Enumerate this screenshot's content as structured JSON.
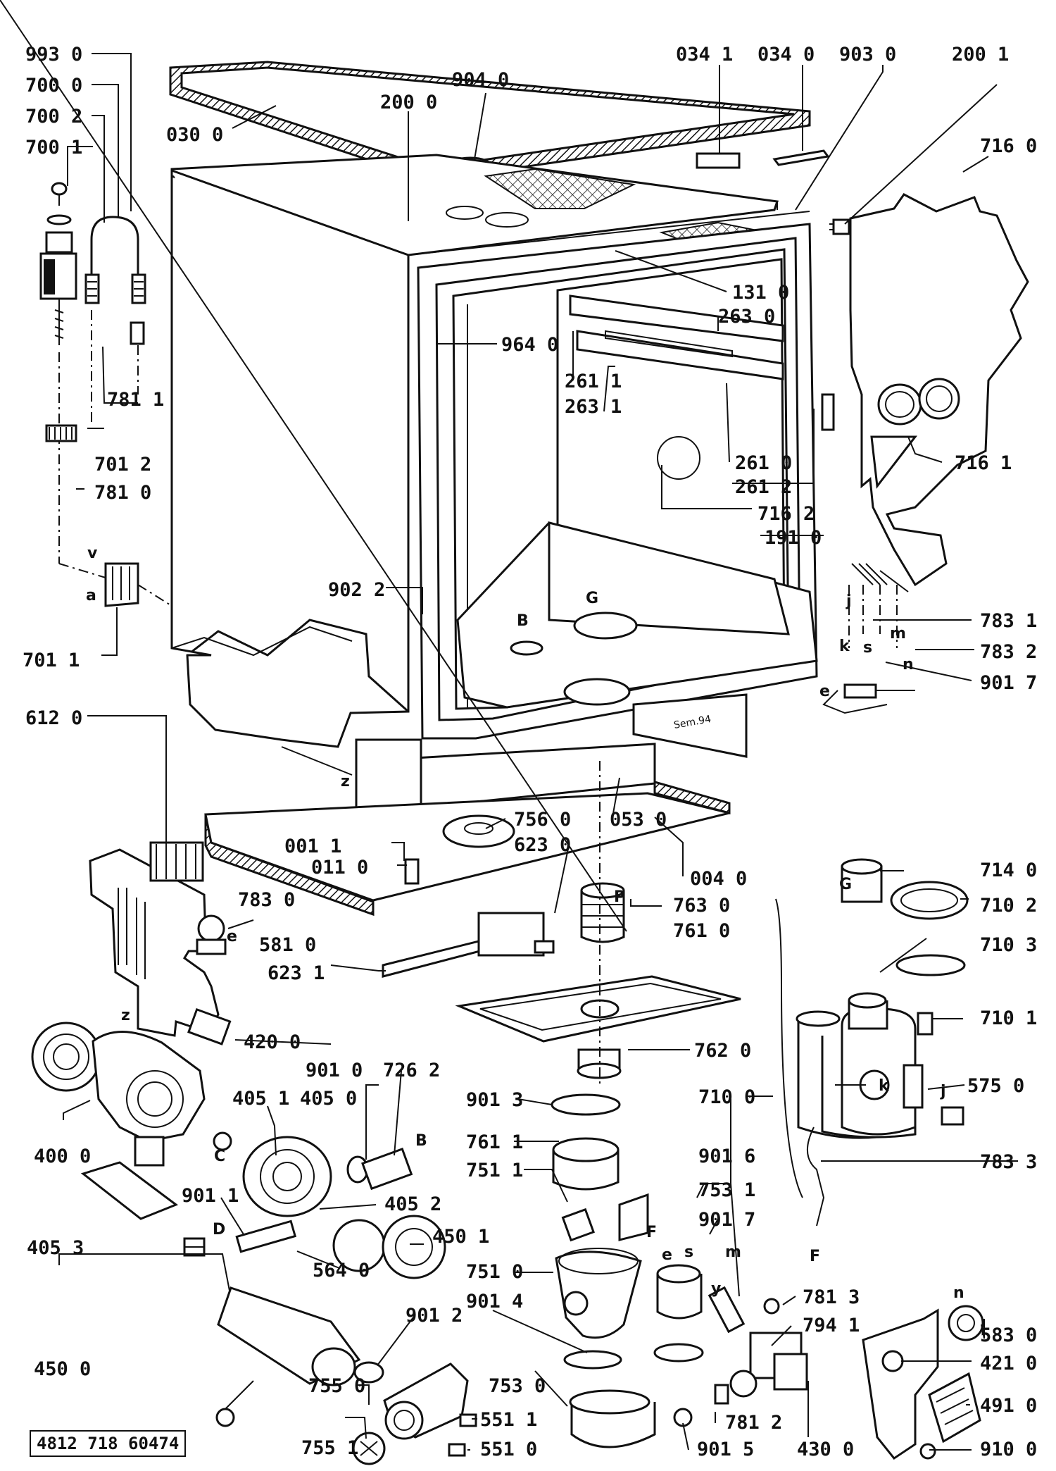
{
  "document_code": "4812 718 60474",
  "tub_stamp": "Sem.94",
  "labels": [
    {
      "id": "p9930",
      "text": "993 0"
    },
    {
      "id": "p7000",
      "text": "700 0"
    },
    {
      "id": "p7002",
      "text": "700 2"
    },
    {
      "id": "p7001",
      "text": "700 1"
    },
    {
      "id": "p0300",
      "text": "030 0"
    },
    {
      "id": "p2000",
      "text": "200 0"
    },
    {
      "id": "p9040",
      "text": "904 0"
    },
    {
      "id": "p0341",
      "text": "034 1"
    },
    {
      "id": "p0340",
      "text": "034 0"
    },
    {
      "id": "p9030",
      "text": "903 0"
    },
    {
      "id": "p2001",
      "text": "200 1"
    },
    {
      "id": "p7160",
      "text": "716 0"
    },
    {
      "id": "p1310",
      "text": "131 0"
    },
    {
      "id": "p2630",
      "text": "263 0"
    },
    {
      "id": "p9640",
      "text": "964 0"
    },
    {
      "id": "p7811",
      "text": "781 1"
    },
    {
      "id": "p2611",
      "text": "261 1"
    },
    {
      "id": "p2631",
      "text": "263 1"
    },
    {
      "id": "p7012",
      "text": "701 2"
    },
    {
      "id": "p7810",
      "text": "781 0"
    },
    {
      "id": "p2610",
      "text": "261 0"
    },
    {
      "id": "p7161",
      "text": "716 1"
    },
    {
      "id": "p2612",
      "text": "261 2"
    },
    {
      "id": "p7162",
      "text": "716 2"
    },
    {
      "id": "p1910",
      "text": "191 0"
    },
    {
      "id": "p9022",
      "text": "902 2"
    },
    {
      "id": "p7831",
      "text": "783 1"
    },
    {
      "id": "p7011",
      "text": "701 1"
    },
    {
      "id": "p7832",
      "text": "783 2"
    },
    {
      "id": "p9017a",
      "text": "901 7"
    },
    {
      "id": "p6120",
      "text": "612 0"
    },
    {
      "id": "p0530",
      "text": "053 0"
    },
    {
      "id": "p7560",
      "text": "756 0"
    },
    {
      "id": "p0011",
      "text": "001 1"
    },
    {
      "id": "p6230",
      "text": "623 0"
    },
    {
      "id": "p0110",
      "text": "011 0"
    },
    {
      "id": "p0040",
      "text": "004 0"
    },
    {
      "id": "p7140",
      "text": "714 0"
    },
    {
      "id": "p7830",
      "text": "783 0"
    },
    {
      "id": "p7630",
      "text": "763 0"
    },
    {
      "id": "p7102",
      "text": "710 2"
    },
    {
      "id": "p7610",
      "text": "761 0"
    },
    {
      "id": "p5810",
      "text": "581 0"
    },
    {
      "id": "p7103",
      "text": "710 3"
    },
    {
      "id": "p6231",
      "text": "623 1"
    },
    {
      "id": "p7101",
      "text": "710 1"
    },
    {
      "id": "p4200",
      "text": "420 0"
    },
    {
      "id": "p7620",
      "text": "762 0"
    },
    {
      "id": "p9010",
      "text": "901 0"
    },
    {
      "id": "p7262",
      "text": "726 2"
    },
    {
      "id": "p4051",
      "text": "405 1"
    },
    {
      "id": "p4050",
      "text": "405 0"
    },
    {
      "id": "p5750",
      "text": "575 0"
    },
    {
      "id": "p9013",
      "text": "901 3"
    },
    {
      "id": "p7100",
      "text": "710 0"
    },
    {
      "id": "p4000",
      "text": "400 0"
    },
    {
      "id": "p7611",
      "text": "761 1"
    },
    {
      "id": "p9016",
      "text": "901 6"
    },
    {
      "id": "p7833",
      "text": "783 3"
    },
    {
      "id": "p7511",
      "text": "751 1"
    },
    {
      "id": "p7531",
      "text": "753 1"
    },
    {
      "id": "p9011",
      "text": "901 1"
    },
    {
      "id": "p4052",
      "text": "405 2"
    },
    {
      "id": "p9017b",
      "text": "901 7"
    },
    {
      "id": "p4053",
      "text": "405 3"
    },
    {
      "id": "p4501",
      "text": "450 1"
    },
    {
      "id": "p7510",
      "text": "751 0"
    },
    {
      "id": "p5640",
      "text": "564 0"
    },
    {
      "id": "p7813",
      "text": "781 3"
    },
    {
      "id": "p9014",
      "text": "901 4"
    },
    {
      "id": "p9012",
      "text": "901 2"
    },
    {
      "id": "p7941",
      "text": "794 1"
    },
    {
      "id": "p5830",
      "text": "583 0"
    },
    {
      "id": "p4500",
      "text": "450 0"
    },
    {
      "id": "p4210",
      "text": "421 0"
    },
    {
      "id": "p7550",
      "text": "755 0"
    },
    {
      "id": "p7530",
      "text": "753 0"
    },
    {
      "id": "p4910",
      "text": "491 0"
    },
    {
      "id": "p5511",
      "text": "551 1"
    },
    {
      "id": "p7812",
      "text": "781 2"
    },
    {
      "id": "p7551",
      "text": "755 1"
    },
    {
      "id": "p5510",
      "text": "551 0"
    },
    {
      "id": "p9015",
      "text": "901 5"
    },
    {
      "id": "p4300",
      "text": "430 0"
    },
    {
      "id": "p9100",
      "text": "910 0"
    }
  ],
  "letters": [
    {
      "id": "lv",
      "text": "v"
    },
    {
      "id": "la",
      "text": "a"
    },
    {
      "id": "lz1",
      "text": "z"
    },
    {
      "id": "lG1",
      "text": "G"
    },
    {
      "id": "lB1",
      "text": "B"
    },
    {
      "id": "lj1",
      "text": "j"
    },
    {
      "id": "lk1",
      "text": "k"
    },
    {
      "id": "ls1",
      "text": "s"
    },
    {
      "id": "lm1",
      "text": "m"
    },
    {
      "id": "ln1",
      "text": "n"
    },
    {
      "id": "le1",
      "text": "e"
    },
    {
      "id": "le2",
      "text": "e"
    },
    {
      "id": "lP",
      "text": "P"
    },
    {
      "id": "lG2",
      "text": "G"
    },
    {
      "id": "lz2",
      "text": "z"
    },
    {
      "id": "lB2",
      "text": "B"
    },
    {
      "id": "lC",
      "text": "C"
    },
    {
      "id": "lk2",
      "text": "k"
    },
    {
      "id": "lj2",
      "text": "j"
    },
    {
      "id": "lF1",
      "text": "F"
    },
    {
      "id": "lF2",
      "text": "F"
    },
    {
      "id": "lD",
      "text": "D"
    },
    {
      "id": "le3",
      "text": "e"
    },
    {
      "id": "ls2",
      "text": "s"
    },
    {
      "id": "lm2",
      "text": "m"
    },
    {
      "id": "ly",
      "text": "y"
    },
    {
      "id": "ln2",
      "text": "n"
    }
  ]
}
